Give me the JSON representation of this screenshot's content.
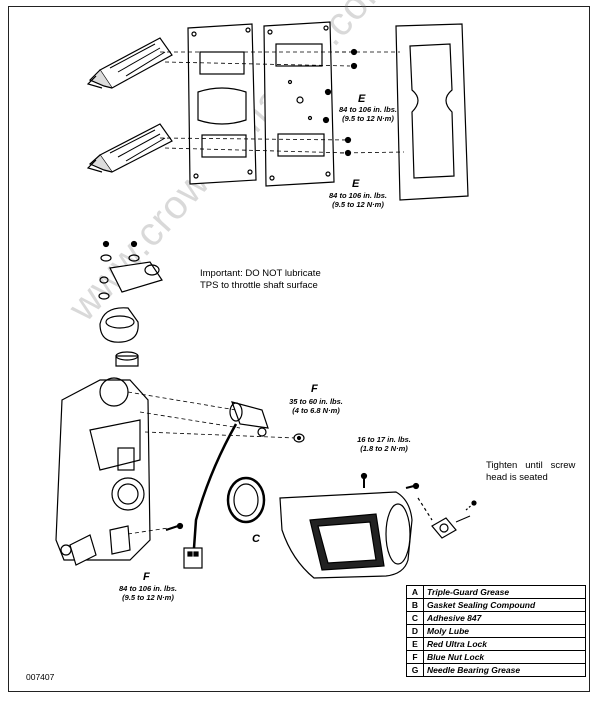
{
  "labels": {
    "e_upper": "E",
    "e_upper_torque_1": "84 to 106 in. lbs.",
    "e_upper_torque_2": "(9.5 to 12 N·m)",
    "e_lower": "E",
    "e_lower_torque_1": "84 to 106 in. lbs.",
    "e_lower_torque_2": "(9.5 to 12 N·m)",
    "note_1": "Important: DO NOT lubricate",
    "note_2": "TPS to throttle shaft surface",
    "f_tps": "F",
    "f_tps_torque_1": "35 to 60 in. lbs.",
    "f_tps_torque_2": "(4 to 6.8 N·m)",
    "screw_torque_1": "16 to 17 in. lbs.",
    "screw_torque_2": "(1.8 to 2 N·m)",
    "tighten_note_1": "Tighten   until   screw",
    "tighten_note_2": "head is seated",
    "c_label": "C",
    "f_base": "F",
    "f_base_torque_1": "84 to 106 in. lbs.",
    "f_base_torque_2": "(9.5 to 12 N·m)",
    "figure_number": "007407"
  },
  "watermark": "www.crowleymarine.com",
  "legend": [
    {
      "key": "A",
      "value": "Triple-Guard Grease"
    },
    {
      "key": "B",
      "value": "Gasket Sealing Compound"
    },
    {
      "key": "C",
      "value": "Adhesive 847"
    },
    {
      "key": "D",
      "value": "Moly Lube"
    },
    {
      "key": "E",
      "value": "Red Ultra Lock"
    },
    {
      "key": "F",
      "value": "Blue Nut Lock"
    },
    {
      "key": "G",
      "value": "Needle Bearing Grease"
    }
  ]
}
